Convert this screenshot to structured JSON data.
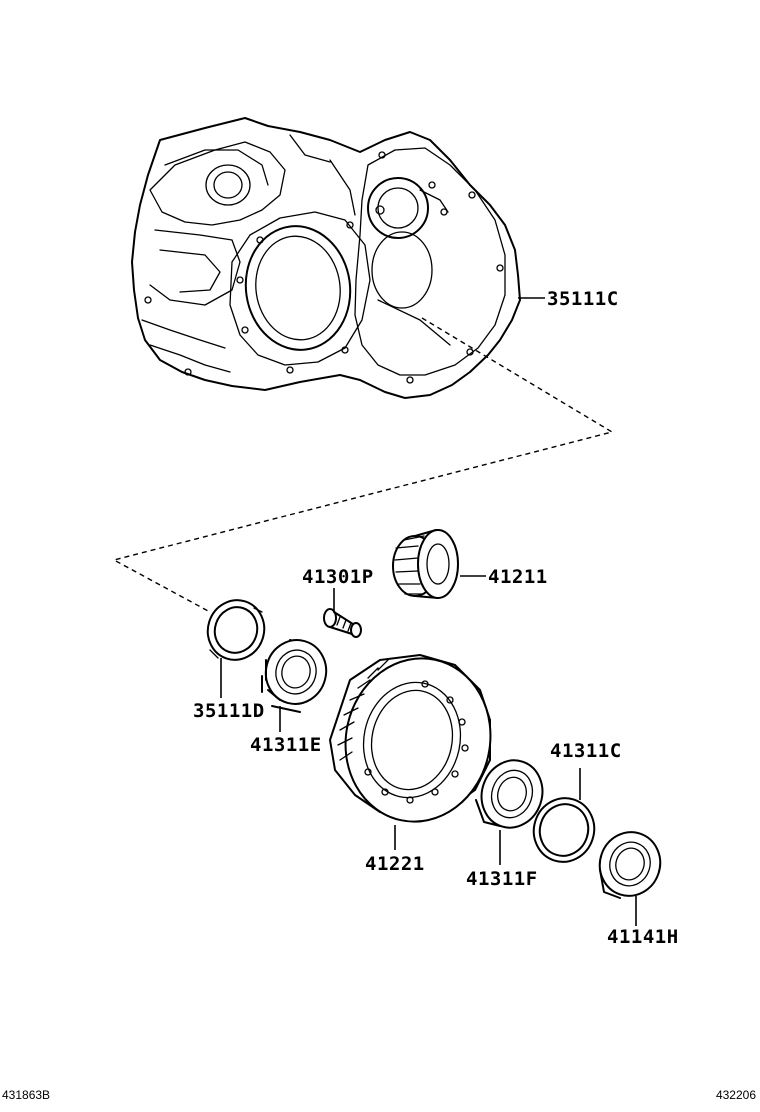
{
  "parts": {
    "p35111C": "35111C",
    "p41301P": "41301P",
    "p41211": "41211",
    "p35111D": "35111D",
    "p41311E": "41311E",
    "p41311C": "41311C",
    "p41221": "41221",
    "p41311F": "41311F",
    "p41141H": "41141H"
  },
  "footer": {
    "left_code": "431863B",
    "right_code": "432206"
  }
}
